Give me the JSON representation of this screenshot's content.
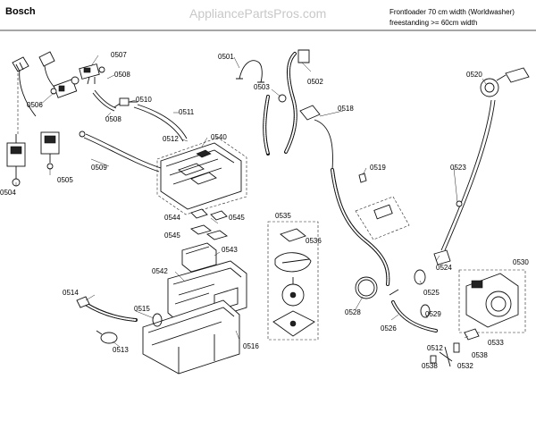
{
  "header": {
    "brand": "Bosch",
    "site": "AppliancePartsPros.com",
    "desc_line1": "Frontloader 70 cm width (Worldwasher)",
    "desc_line2": "freestanding >= 60cm width"
  },
  "labels": {
    "p0501": "0501",
    "p0502": "0502",
    "p0503": "0503",
    "p0504": "0504",
    "p0505": "0505",
    "p0506": "0506",
    "p0507": "0507",
    "p0508a": "0508",
    "p0508b": "0508",
    "p0509": "0509",
    "p0510": "0510",
    "p0511": "0511",
    "p0512a": "0512",
    "p0512b": "0512",
    "p0513": "0513",
    "p0514": "0514",
    "p0515": "0515",
    "p0516": "0516",
    "p0518": "0518",
    "p0519": "0519",
    "p0520": "0520",
    "p0523": "0523",
    "p0524": "0524",
    "p0525": "0525",
    "p0526": "0526",
    "p0528": "0528",
    "p0529": "0529",
    "p0530": "0530",
    "p0532": "0532",
    "p0533": "0533",
    "p0535": "0535",
    "p0536": "0536",
    "p0538a": "0538",
    "p0538b": "0538",
    "p0540": "0540",
    "p0542": "0542",
    "p0543": "0543",
    "p0544": "0544",
    "p0545a": "0545",
    "p0545b": "0545"
  }
}
